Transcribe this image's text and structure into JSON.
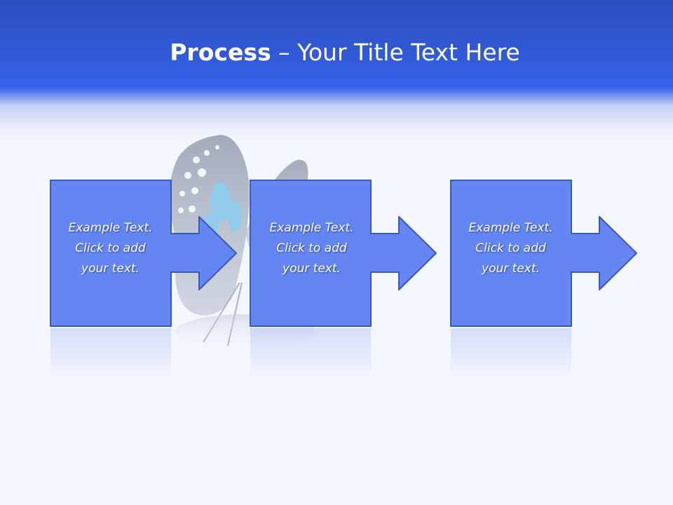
{
  "slide": {
    "title_bold": "Process",
    "title_rest": " – Your Title Text Here"
  },
  "steps": [
    {
      "line1": "Example Text.",
      "line2": "Click  to add",
      "line3": "your text."
    },
    {
      "line1": "Example Text.",
      "line2": "Click  to add",
      "line3": "your text."
    },
    {
      "line1": "Example Text.",
      "line2": "Click  to add",
      "line3": "your text."
    }
  ],
  "colors": {
    "header_blue": "#3563ea",
    "shape_fill": "#6486f2",
    "shape_stroke": "#3c57b4",
    "background": "#f3f6fd"
  },
  "icons": {
    "decoration": "butterfly-image",
    "connector": "right-arrow-shape"
  }
}
